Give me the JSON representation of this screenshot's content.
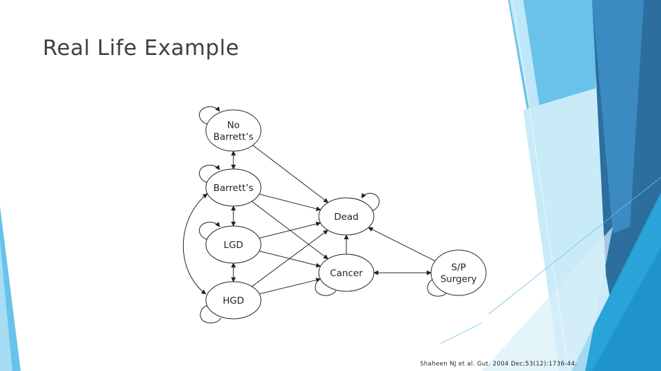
{
  "slide": {
    "title": "Real Life Example",
    "citation": "Shaheen NJ et al. Gut. 2004 Dec;53(12):1736-44.",
    "theme_colors": [
      "#2c6e9e",
      "#3b8bc2",
      "#69c2ea",
      "#a6dcf4",
      "#2aa3d8"
    ]
  },
  "diagram": {
    "nodes": [
      {
        "id": "no_barretts",
        "lines": [
          "No",
          "Barrett’s"
        ]
      },
      {
        "id": "barretts",
        "lines": [
          "Barrett’s"
        ]
      },
      {
        "id": "lgd",
        "lines": [
          "LGD"
        ]
      },
      {
        "id": "hgd",
        "lines": [
          "HGD"
        ]
      },
      {
        "id": "dead",
        "lines": [
          "Dead"
        ]
      },
      {
        "id": "cancer",
        "lines": [
          "Cancer"
        ]
      },
      {
        "id": "sp_surgery",
        "lines": [
          "S/P",
          "Surgery"
        ]
      }
    ],
    "edges": [
      {
        "from": "no_barretts",
        "to": "barretts",
        "direction": "both"
      },
      {
        "from": "barretts",
        "to": "lgd",
        "direction": "both"
      },
      {
        "from": "lgd",
        "to": "hgd",
        "direction": "both"
      },
      {
        "from": "barretts",
        "to": "hgd",
        "direction": "both"
      },
      {
        "from": "no_barretts",
        "to": "dead",
        "direction": "forward"
      },
      {
        "from": "barretts",
        "to": "dead",
        "direction": "forward"
      },
      {
        "from": "barretts",
        "to": "cancer",
        "direction": "forward"
      },
      {
        "from": "lgd",
        "to": "dead",
        "direction": "forward"
      },
      {
        "from": "lgd",
        "to": "cancer",
        "direction": "forward"
      },
      {
        "from": "hgd",
        "to": "dead",
        "direction": "forward"
      },
      {
        "from": "hgd",
        "to": "cancer",
        "direction": "forward"
      },
      {
        "from": "cancer",
        "to": "dead",
        "direction": "forward"
      },
      {
        "from": "sp_surgery",
        "to": "dead",
        "direction": "forward"
      },
      {
        "from": "cancer",
        "to": "sp_surgery",
        "direction": "both"
      }
    ],
    "self_loops": [
      "no_barretts",
      "barretts",
      "lgd",
      "hgd",
      "dead",
      "cancer",
      "sp_surgery"
    ]
  }
}
